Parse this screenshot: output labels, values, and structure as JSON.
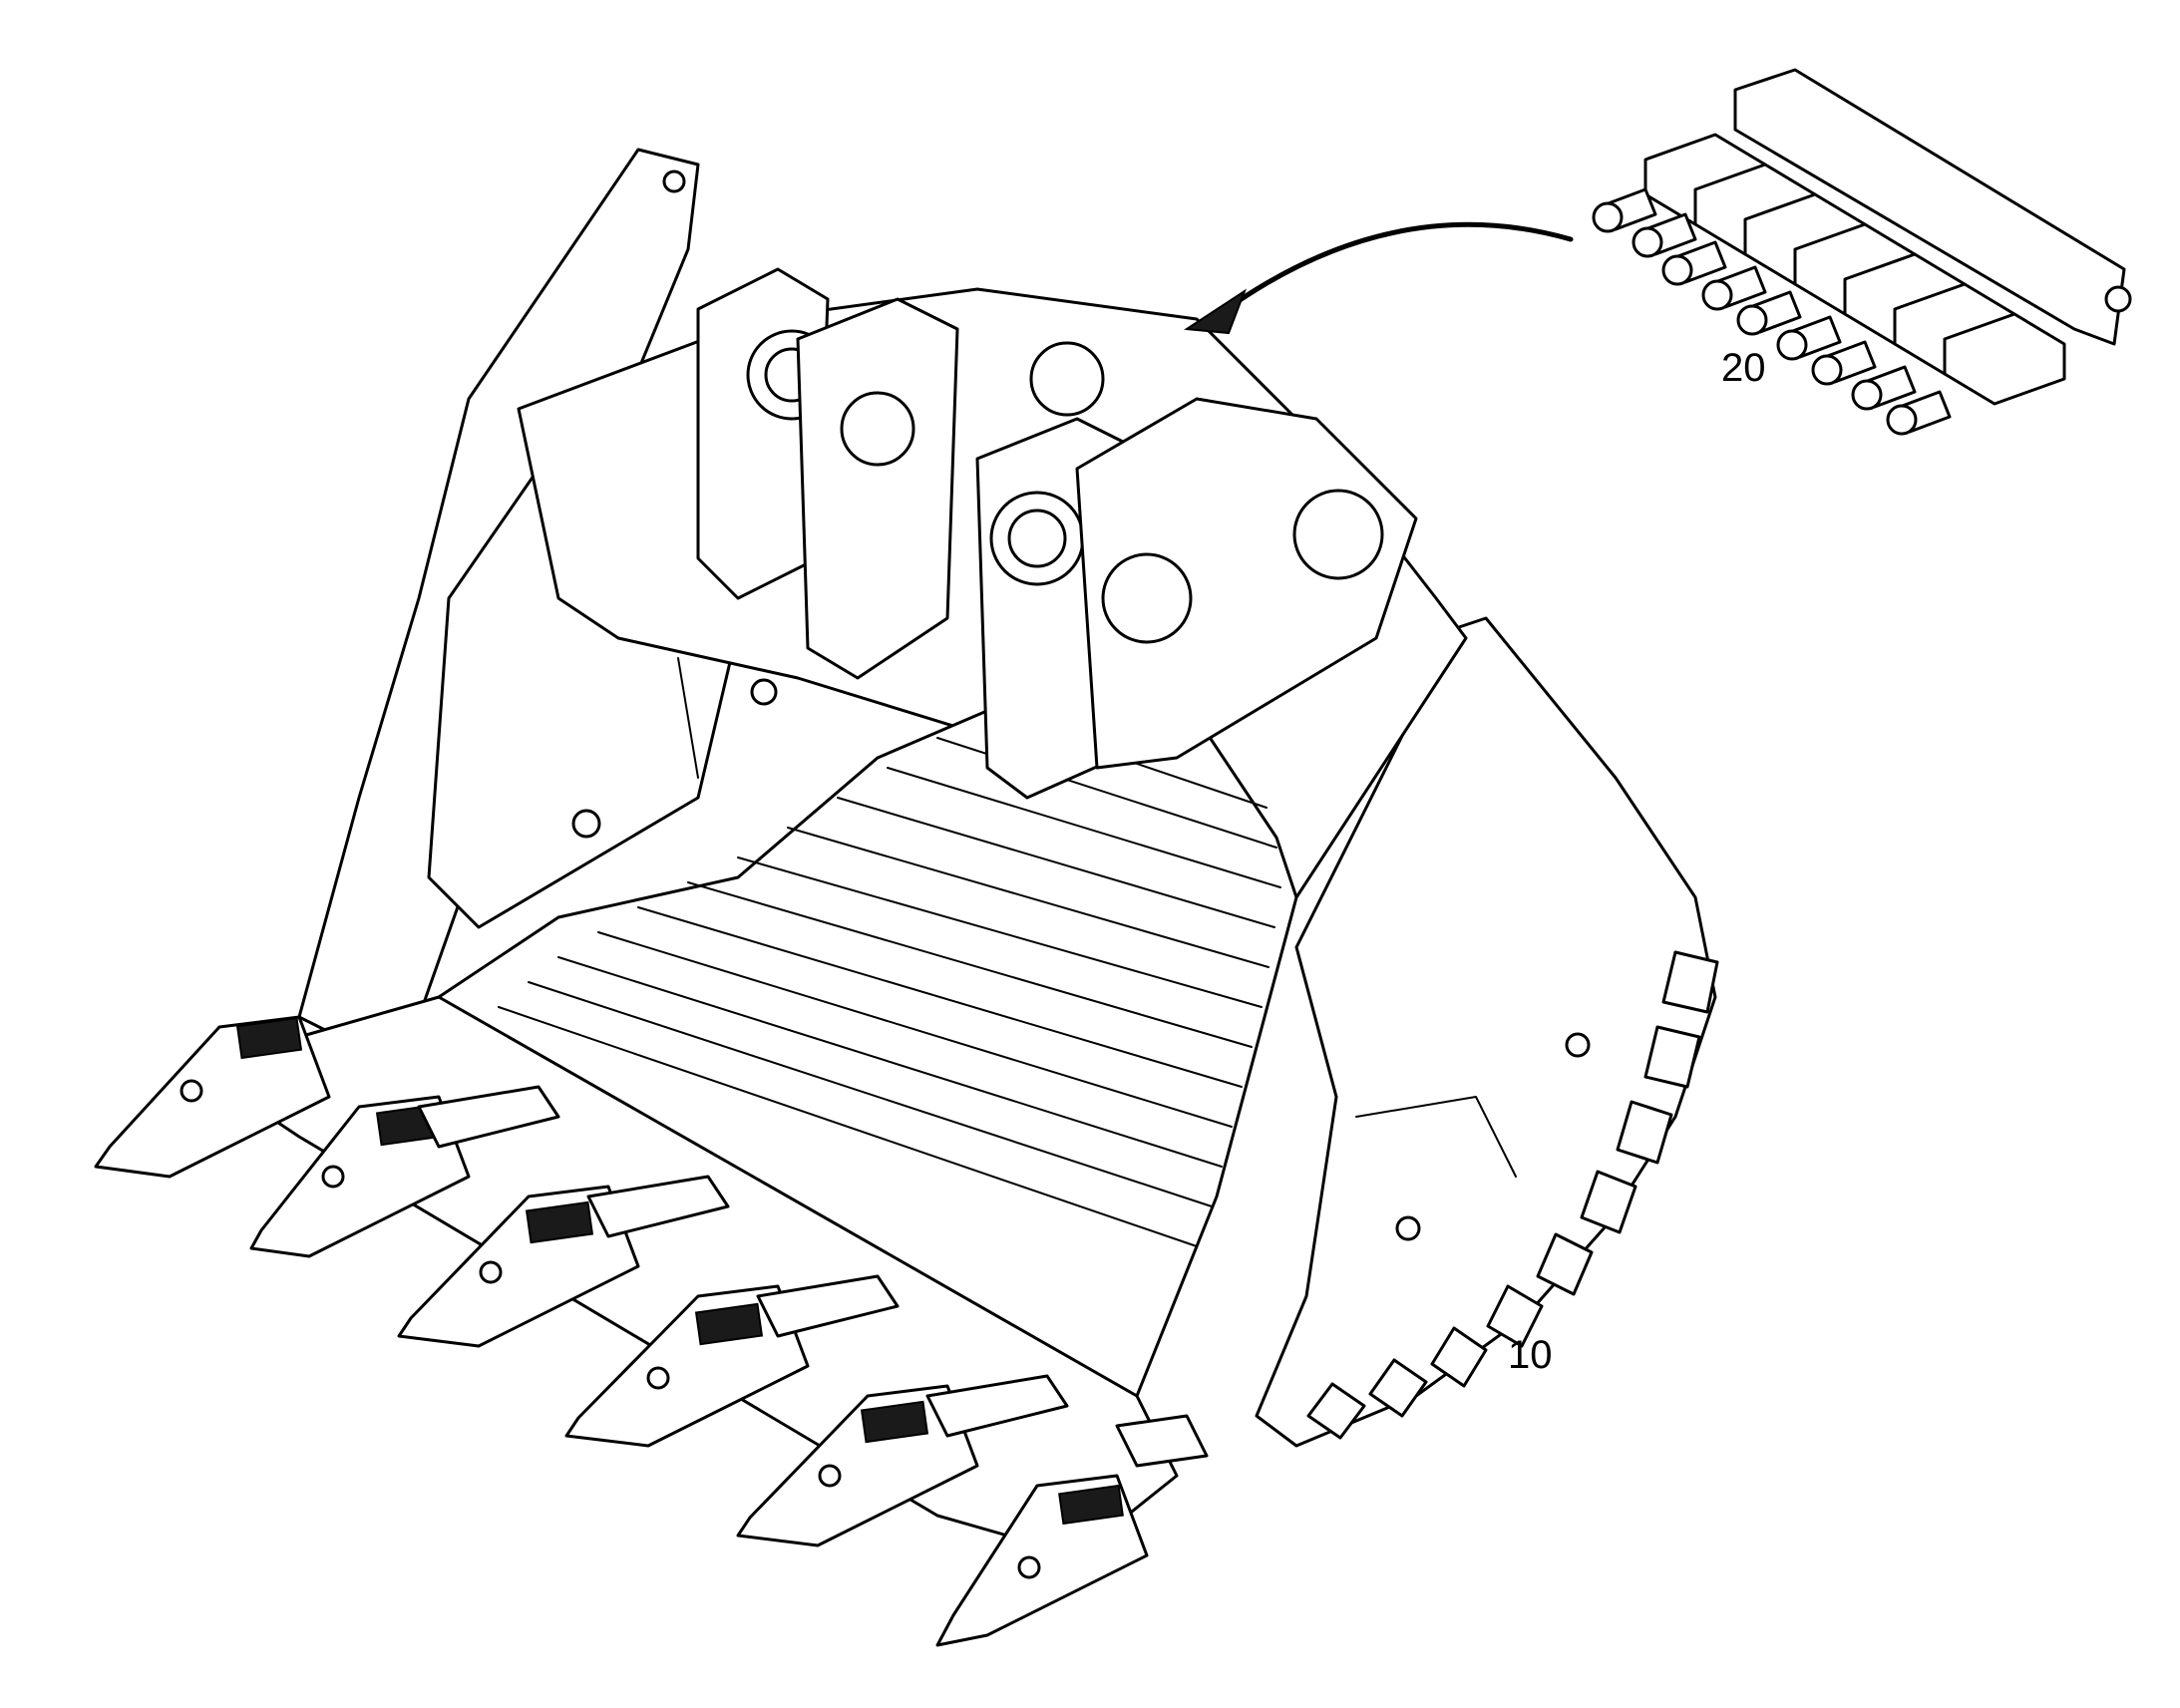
{
  "figure": {
    "callouts": [
      {
        "id": "bucket",
        "label": "10"
      },
      {
        "id": "lubrication-block",
        "label": "20"
      }
    ]
  }
}
